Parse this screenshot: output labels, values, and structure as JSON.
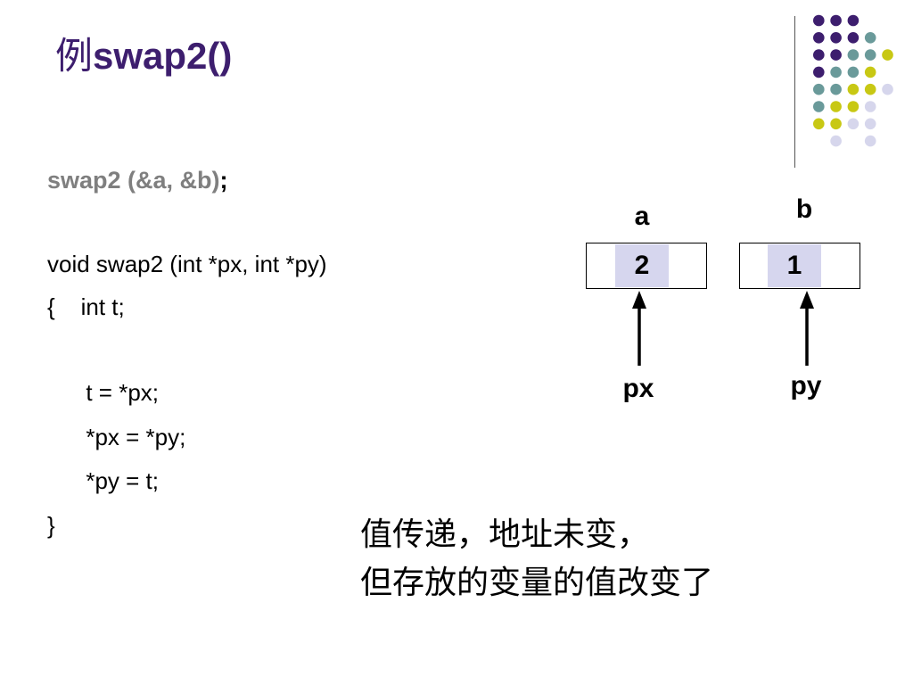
{
  "slide": {
    "title_cjk": "例",
    "title_code": "swap2()",
    "call_code": "swap2 (&a, &b)",
    "call_semicolon": ";",
    "code_lines": [
      "void swap2 (int *px, int *py)",
      "{    int t;",
      "      t = *px;",
      "      *px = *py;",
      "      *py = t;",
      "}"
    ],
    "diagram": {
      "var_a": {
        "label": "a",
        "value": "2",
        "pointer": "px"
      },
      "var_b": {
        "label": "b",
        "value": "1",
        "pointer": "py"
      }
    },
    "note_lines": [
      "值传递，地址未变，",
      "但存放的变量的值改变了"
    ]
  },
  "decor": {
    "dot_colors": {
      "purple": "#3d1e6e",
      "teal": "#6a9a9a",
      "yellow": "#c8c814",
      "lavender": "#d6d6ec"
    },
    "accent": "#3d1e6e",
    "value_fill": "#d6d6ee"
  }
}
